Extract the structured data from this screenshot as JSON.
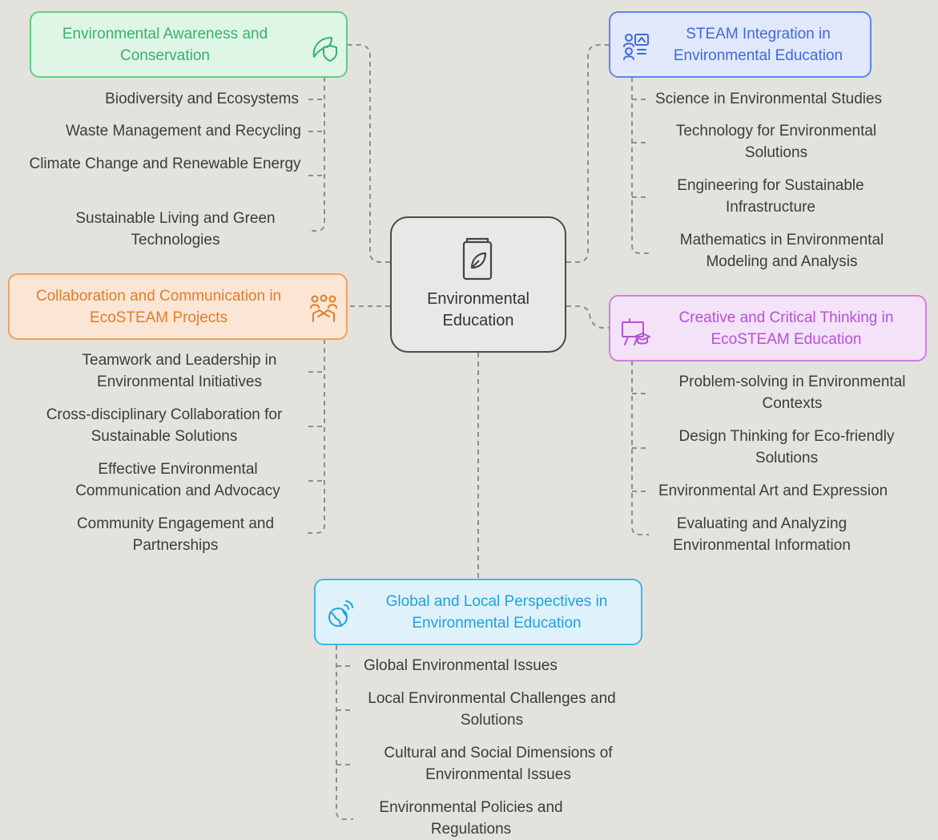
{
  "diagram": {
    "center": {
      "label": "Environmental Education",
      "icon": "leaf-book-icon"
    },
    "branches": [
      {
        "id": "awareness",
        "title": "Environmental Awareness and Conservation",
        "icon": "leaf-shield-icon",
        "color": "#3ab06c",
        "items": [
          "Biodiversity and Ecosystems",
          "Waste Management and Recycling",
          "Climate Change and Renewable Energy",
          "Sustainable Living and Green Technologies"
        ]
      },
      {
        "id": "steam",
        "title": "STEAM Integration in Environmental Education",
        "icon": "steam-people-icon",
        "color": "#4169d8",
        "items": [
          "Science in Environmental Studies",
          "Technology for Environmental Solutions",
          "Engineering for Sustainable Infrastructure",
          "Mathematics in Environmental Modeling and Analysis"
        ]
      },
      {
        "id": "collaboration",
        "title": "Collaboration and Communication in EcoSTEAM Projects",
        "icon": "team-hands-icon",
        "color": "#e07d2a",
        "items": [
          "Teamwork and Leadership in Environmental Initiatives",
          "Cross-disciplinary Collaboration for Sustainable Solutions",
          "Effective Environmental Communication and Advocacy",
          "Community Engagement and Partnerships"
        ]
      },
      {
        "id": "creative",
        "title": "Creative and Critical Thinking in EcoSTEAM Education",
        "icon": "easel-hat-icon",
        "color": "#b652d6",
        "items": [
          "Problem-solving in Environmental Contexts",
          "Design Thinking for Eco-friendly Solutions",
          "Environmental Art and Expression",
          "Evaluating and Analyzing Environmental Information"
        ]
      },
      {
        "id": "global",
        "title": "Global and Local Perspectives in Environmental Education",
        "icon": "globe-hand-icon",
        "color": "#1da2dc",
        "items": [
          "Global Environmental Issues",
          "Local Environmental Challenges and Solutions",
          "Cultural and Social Dimensions of Environmental Issues",
          "Environmental Policies and Regulations"
        ]
      }
    ]
  }
}
